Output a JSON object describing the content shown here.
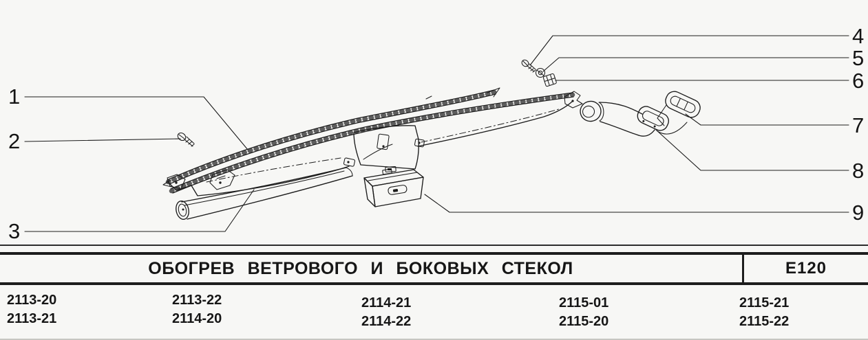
{
  "page": {
    "background_color": "#f7f7f5",
    "ink_color": "#1c1c1c"
  },
  "diagram": {
    "callouts": [
      {
        "label": "1"
      },
      {
        "label": "2"
      },
      {
        "label": "3"
      },
      {
        "label": "4"
      },
      {
        "label": "5"
      },
      {
        "label": "6"
      },
      {
        "label": "7"
      },
      {
        "label": "8"
      },
      {
        "label": "9"
      }
    ]
  },
  "footer": {
    "title": "ОБОГРЕВ ВЕТРОВОГО И БОКОВЫХ СТЕКОЛ",
    "code": "E120",
    "model_columns": [
      [
        "2113-20",
        "2113-21"
      ],
      [
        "2113-22",
        "2114-20"
      ],
      [
        "2114-21",
        "2114-22"
      ],
      [
        "2115-01",
        "2115-20"
      ],
      [
        "2115-21",
        "2115-22"
      ]
    ]
  }
}
